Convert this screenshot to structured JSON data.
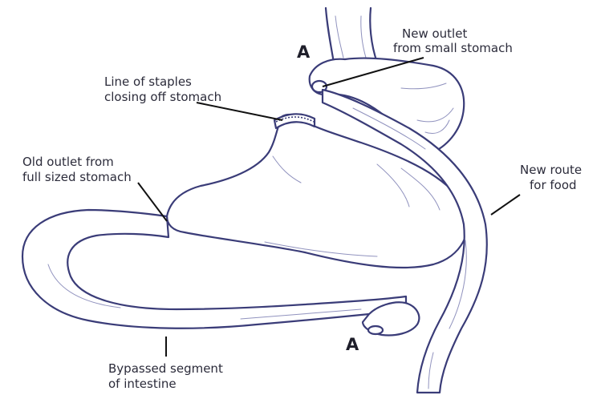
{
  "labels": {
    "new_outlet": [
      "New outlet",
      "from small stomach"
    ],
    "staples": [
      "Line of staples",
      "closing off stomach"
    ],
    "old_outlet": [
      "Old outlet from",
      "full sized stomach"
    ],
    "new_route": [
      "New route",
      "for food"
    ],
    "bypassed": [
      "Bypassed segment",
      "of intestine"
    ]
  },
  "markers": {
    "top": "A",
    "bottom": "A"
  },
  "colors": {
    "outline": "#3a3c78",
    "text": "#2b2b3a"
  }
}
